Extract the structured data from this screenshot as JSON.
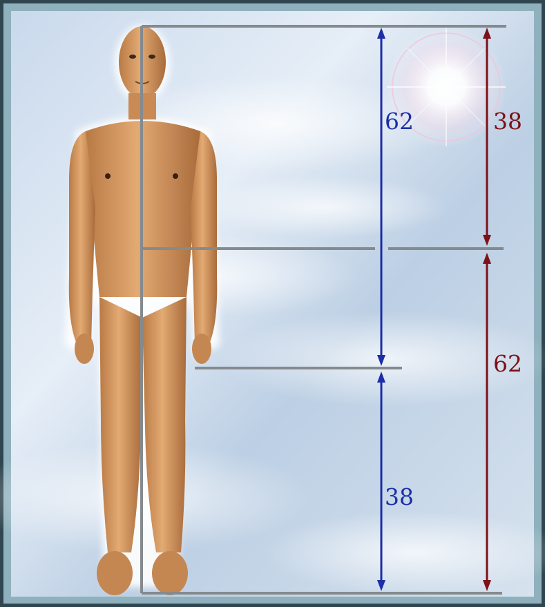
{
  "diagram": {
    "blue_upper_label": "62",
    "blue_lower_label": "38",
    "red_upper_label": "38",
    "red_lower_label": "62"
  },
  "colors": {
    "blue": "#1c2fa6",
    "red": "#7d1018",
    "guide_line": "#858a8e",
    "skin": "#d99f68",
    "frame": "#3c5760"
  }
}
